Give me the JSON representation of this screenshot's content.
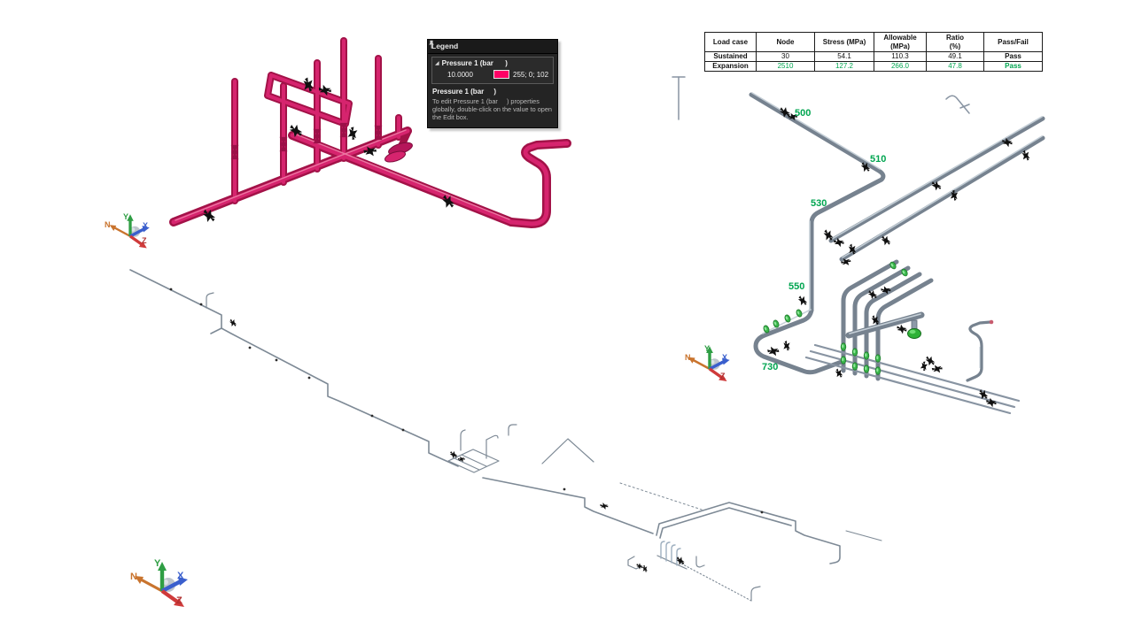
{
  "colors": {
    "swatch": "#FF0066",
    "status_green": "#00A550",
    "node_label_green": "#00A550",
    "pipe_magenta": "#D6246E",
    "pipe_gray": "#8D9AA8"
  },
  "legend_panel": {
    "title": "Legend",
    "pin_icon": "pin",
    "expander_glyph": "◢",
    "tree_item": "Pressure 1 (bar      )",
    "value": "10.0000",
    "swatch_rgb": "255; 0; 102",
    "help_title": "Pressure 1 (bar     )",
    "help_text": "To edit Pressure 1 (bar     ) properties globally, double-click on the value to open the Edit box."
  },
  "results_table": {
    "headers": [
      {
        "line1": "Load case"
      },
      {
        "line1": "Node"
      },
      {
        "line1": "Stress (MPa)"
      },
      {
        "line1": "Allowable",
        "line2": "(MPa)"
      },
      {
        "line1": "Ratio",
        "line2": "(%)"
      },
      {
        "line1": "Pass/Fail"
      }
    ],
    "rows": [
      {
        "load_case": "Sustained",
        "node": "30",
        "stress": "54.1",
        "allowable": "110.3",
        "ratio": "49.1",
        "result": "Pass"
      },
      {
        "load_case": "Expansion",
        "node": "2510",
        "stress": "127.2",
        "allowable": "266.0",
        "ratio": "47.8",
        "result": "Pass"
      }
    ]
  },
  "right_model": {
    "node_labels": [
      "500",
      "510",
      "530",
      "550",
      "730"
    ]
  },
  "triad": {
    "n": "N",
    "x": "X",
    "y": "Y",
    "z": "Z"
  }
}
